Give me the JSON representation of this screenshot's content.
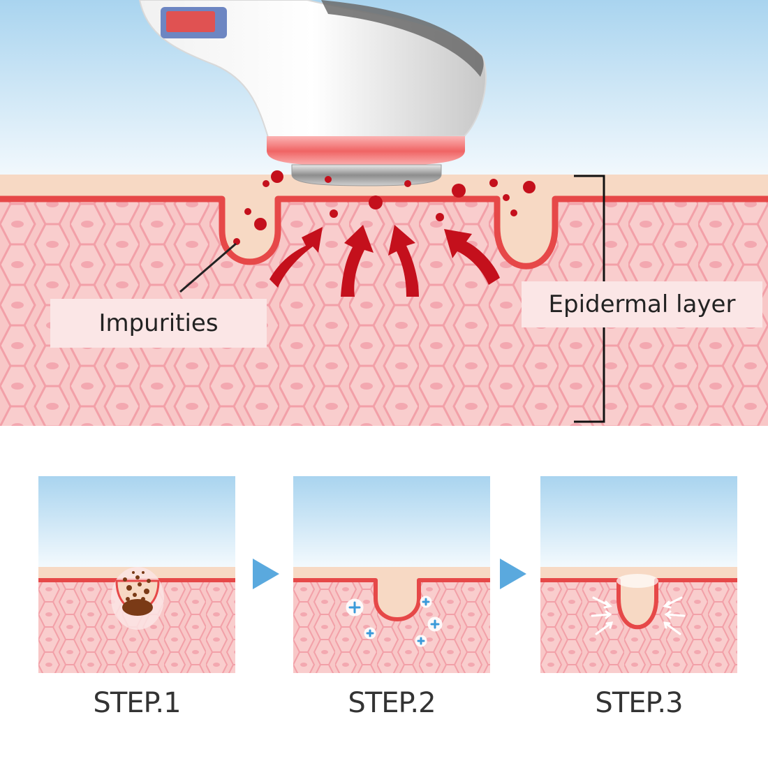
{
  "labels": {
    "impurities": "Impurities",
    "epidermal_layer": "Epidermal layer"
  },
  "steps": [
    {
      "label": "STEP.1"
    },
    {
      "label": "STEP.2"
    },
    {
      "label": "STEP.3"
    }
  ],
  "colors": {
    "sky_top": "#a9d4ef",
    "sky_bottom": "#f3f9fd",
    "skin_surface": "#f7d9c4",
    "skin_line": "#e64848",
    "cell_fill": "#f8c7c7",
    "cell_stroke": "#f2a0a8",
    "arrow_red": "#c4101c",
    "impurity_red": "#c4101c",
    "step_arrow": "#5aa9de"
  },
  "icons": [
    "device-head-icon",
    "impurity-particle-icon",
    "upward-arrow-icon",
    "plus-ion-icon",
    "tighten-arrow-icon",
    "next-step-arrow-icon"
  ]
}
